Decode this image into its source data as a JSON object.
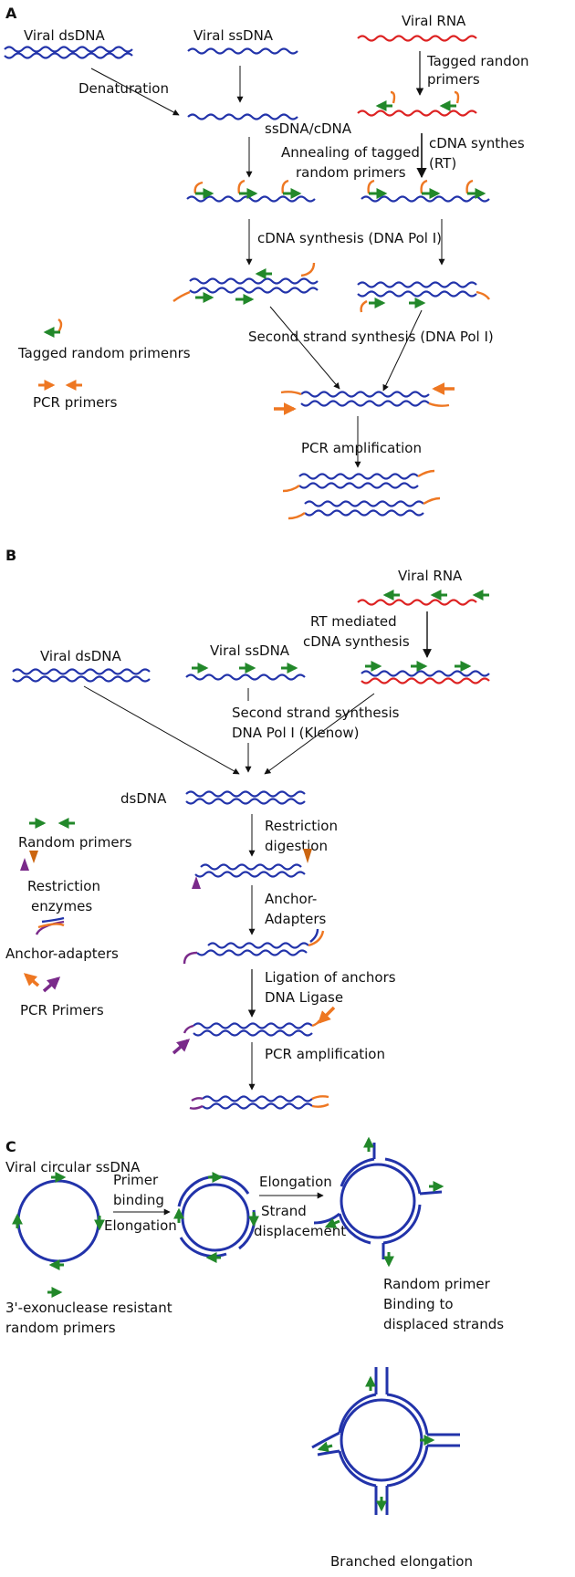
{
  "panels": {
    "a": "A",
    "b": "B",
    "c": "C"
  },
  "panel_a": {
    "viral_dsdna": "Viral dsDNA",
    "viral_ssdna": "Viral ssDNA",
    "viral_rna": "Viral RNA",
    "denaturation": "Denaturation",
    "tagged_primers_1": "Tagged randon",
    "tagged_primers_2": "primers",
    "ssdna_cdna": "ssDNA/cDNA",
    "annealing_1": "Annealing of tagged",
    "annealing_2": "random primers",
    "cdna_rt_1": "cDNA synthes",
    "cdna_rt_2": "(RT)",
    "cdna_pol": "cDNA synthesis (DNA Pol I)",
    "legend_tagged": "Tagged random primenrs",
    "second_strand": "Second strand synthesis (DNA Pol I)",
    "legend_pcr": "PCR primers",
    "pcr_amp": "PCR amplification"
  },
  "panel_b": {
    "viral_rna": "Viral RNA",
    "rt_1": "RT mediated",
    "rt_2": "cDNA synthesis",
    "viral_dsdna": "Viral dsDNA",
    "viral_ssdna": "Viral ssDNA",
    "second_1": "Second strand synthesis",
    "second_2": "DNA Pol I (Klenow)",
    "dsdna": "dsDNA",
    "restriction_1": "Restriction",
    "restriction_2": "digestion",
    "legend_random": "Random primers",
    "legend_enzymes_1": "Restriction",
    "legend_enzymes_2": "enzymes",
    "anchor_1": "Anchor-",
    "anchor_2": "Adapters",
    "legend_anchor": "Anchor-adapters",
    "ligation_1": "Ligation of anchors",
    "ligation_2": "DNA Ligase",
    "legend_pcr": "PCR Primers",
    "pcr_amp": "PCR amplification"
  },
  "panel_c": {
    "viral_circ": "Viral circular ssDNA",
    "primer_1": "Primer",
    "primer_2": "binding",
    "elongation_1": "Elongation",
    "elongation_2": "Elongation",
    "strand_1": "Strand",
    "strand_2": "displacement",
    "random_1": "Random primer",
    "random_2": "Binding to",
    "random_3": "displaced strands",
    "legend_1": "3'-exonuclease resistant",
    "legend_2": "random primers",
    "branched": "Branched elongation"
  },
  "colors": {
    "dna": "#2233aa",
    "rna": "#dd2222",
    "tagged_primer_tail": "#ee7722",
    "primer": "#22882a",
    "anchor_purple": "#7a2a8a",
    "enzyme_orange": "#cc6611"
  }
}
